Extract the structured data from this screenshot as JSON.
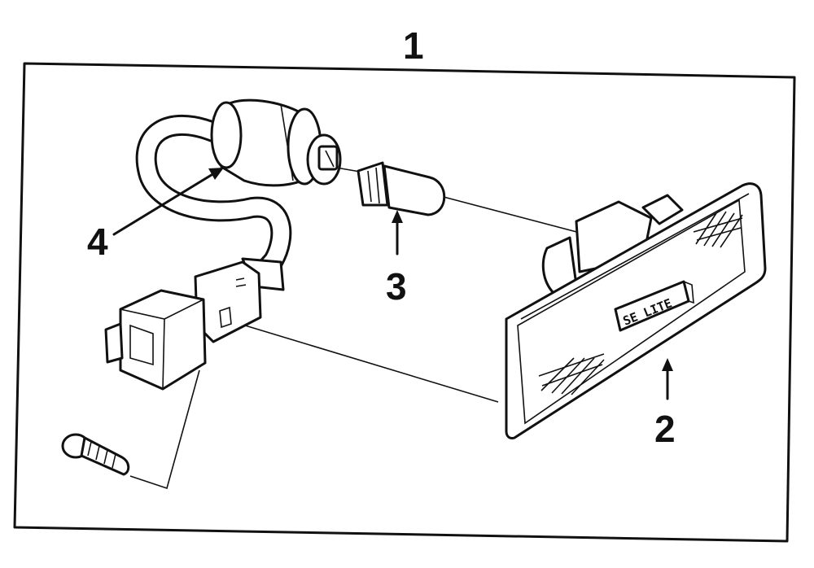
{
  "callouts": {
    "assembly": "1",
    "lens": "2",
    "bulb": "3",
    "socket": "4"
  },
  "lens_text": "SE LITE",
  "colors": {
    "line": "#111111",
    "background": "#ffffff"
  }
}
